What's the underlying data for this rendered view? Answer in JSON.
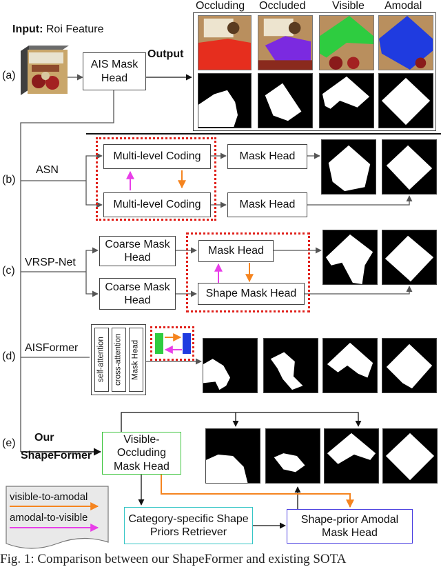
{
  "input": {
    "label_bold": "Input:",
    "label_rest": " Roi Feature"
  },
  "rows": {
    "a": "(a)",
    "b": "(b)",
    "c": "(c)",
    "d": "(d)",
    "e": "(e)"
  },
  "ais_head": "AIS Mask\nHead",
  "output_label": "Output",
  "output_headers": [
    "Occluding",
    "Occluded",
    "Visible",
    "Amodal"
  ],
  "asn": {
    "name": "ASN",
    "coding": "Multi-level Coding",
    "mask_head": "Mask Head"
  },
  "vrsp": {
    "name": "VRSP-Net",
    "coarse": "Coarse Mask\nHead",
    "mask_head": "Mask Head",
    "shape_head": "Shape Mask Head"
  },
  "aisformer": {
    "name": "AISFormer",
    "layers": [
      "self-attention",
      "cross-attention",
      "Mask Head"
    ]
  },
  "ours": {
    "line1": "Our",
    "line2": "ShapeFormer",
    "vo_head": "Visible-\nOccluding\nMask Head",
    "retriever": "Category-specific Shape\nPriors Retriever",
    "amodal_head": "Shape-prior Amodal\nMask Head"
  },
  "legend": {
    "v2a": "visible-to-amodal",
    "a2v": "amodal-to-visible"
  },
  "caption": "Fig. 1: Comparison between our ShapeFormer and existing SOTA",
  "colors": {
    "orange": "#f5841f",
    "magenta": "#e83ee8",
    "red_dash": "#e0201a",
    "green": "#2ecc40",
    "blue": "#1f3be0",
    "purple": "#7b2ae0",
    "green_box": "#3cc43c",
    "cyan_box": "#35c6c6",
    "blue_box": "#4a3ee0"
  },
  "icons": [
    "cube-icon",
    "legend-scroll-icon"
  ]
}
